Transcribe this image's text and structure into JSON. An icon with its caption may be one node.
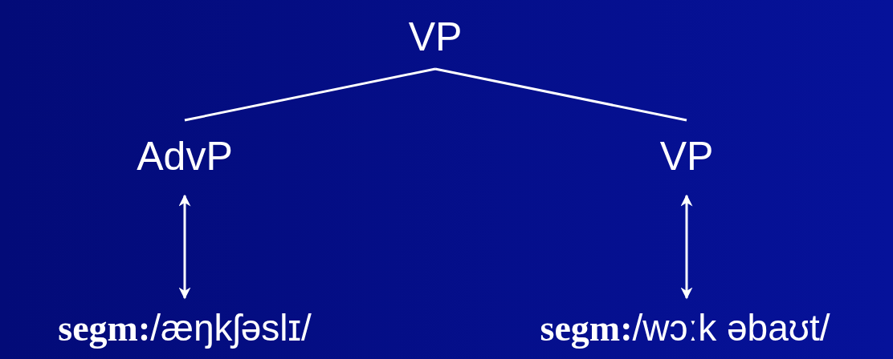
{
  "diagram": {
    "nodes": [
      {
        "text": [
          "VP"
        ]
      },
      {
        "text": [
          "AdvP"
        ]
      },
      {
        "text": [
          "VP"
        ]
      },
      {
        "text": [
          "**segm:**/æŋkʃəslɪ/"
        ]
      },
      {
        "text": [
          "**segm:**/wɔːk əbaʊt/"
        ]
      }
    ],
    "edges": [
      {
        "from": 0,
        "to": 1,
        "arrow": "none"
      },
      {
        "from": 0,
        "to": 2,
        "arrow": "none"
      },
      {
        "from": 1,
        "to": 3,
        "arrow": "both"
      },
      {
        "from": 2,
        "to": 4,
        "arrow": "both"
      }
    ]
  }
}
